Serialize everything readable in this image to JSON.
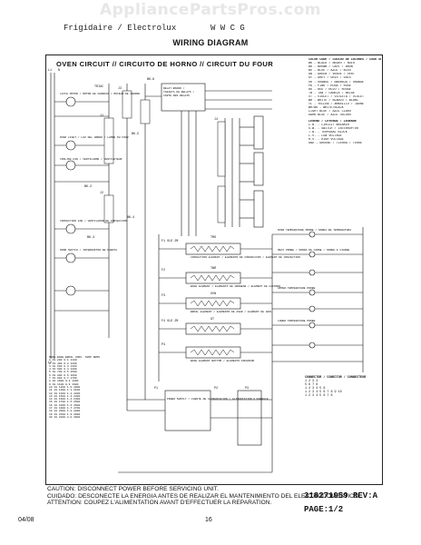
{
  "watermark": "AppliancePartsPros.com",
  "header": {
    "brand": "Frigidaire / Electrolux",
    "model_prefix": "W W C G",
    "title": "WIRING DIAGRAM"
  },
  "diagram": {
    "title": "OVEN CIRCUIT // CIRCUITO DE HORNO // CIRCUIT DU FOUR",
    "relay_board": [
      "RELAY BOARD /",
      "TARJETA DE RELAYS /",
      "CARTE DES RELAIS"
    ],
    "labels": {
      "triac": "TRIAC",
      "bk6": "BK-6",
      "bk5": "BK-5",
      "bk2": "BK-2",
      "bk3": "BK-3",
      "bk4": "BK-4",
      "l1": "L1",
      "l2": "L2",
      "n": "N",
      "j1": "J1",
      "j2": "J2",
      "j3": "J3",
      "j4": "J4",
      "f1": "F1 OLD 2M",
      "f2": "F2",
      "f3": "F3",
      "f4": "F4 OLD 2M",
      "p1": "P1",
      "p2": "P2",
      "p3": "P3",
      "p4": "P4",
      "tms": "TMS",
      "twr": "TWR",
      "ovn": "OVN",
      "gt": "GT"
    },
    "components": [
      "CONVECTION ELEMENT / ELEMENTO DE CONVECCION / ELEMENT DE CONVECTION",
      "BAKE ELEMENT / ELEMENTO DE HORNEAR / ELEMENT DE CUISSON",
      "BROIL ELEMENT / ELEMENTO DE ASAR / ELEMENT DE GRIL",
      "BAKE ELEMENT BOTTOM / ELEMENTO INFERIOR",
      "POWER SUPPLY / FUENTE DE ALIMENTACION / ALIMENTATION D'ENERGIE",
      "LATCH MOTOR / MOTOR DE CERROJO / MOTEUR DE VERROU",
      "OVEN LIGHT / LUZ DEL HORNO / LAMPE DU FOUR",
      "COOLING FAN / VENTILADOR / VENTILATEUR",
      "CONVECTION FAN / VENTILADOR DE CONVECCION",
      "DOOR SWITCH / INTERRUPTOR DE PUERTA",
      "OVEN TEMPERATURE PROBE / SONDA DE TEMPERATURA",
      "MEAT PROBE / SONDA DE CARNE / SONDE A VIANDE",
      "UPPER TEMPERATURE PROBE",
      "LOWER TEMPERATURE PROBE"
    ]
  },
  "legend": {
    "title": "COLOR CODE / CODIGO DE COLORES / CODE DE COULEURS",
    "items": [
      "BK - BLACK / NEGRO / NOIR",
      "BR - BROWN / CAFE / BRUN",
      "BU - BLUE / AZUL / BLEU",
      "GN - GREEN / VERDE / VERT",
      "GY - GREY / GRIS / GRIS",
      "OR - ORANGE / NARANJA / ORANGE",
      "PK - PINK / ROSA / ROSE",
      "RD - RED / ROJO / ROUGE",
      "TN - TAN / CANELA / BEIGE",
      "VT - VIOLET / VIOLETA / VIOLET",
      "WH - WHITE / BLANCO / BLANC",
      "YL - YELLOW / AMARILLO / JAUNE",
      "WH/BK - WHITE/BLACK",
      "LIGHT BLUE / AZUL CLARO",
      "DARK BLUE / AZUL OSCURO"
    ],
    "notes_title": "LEGEND / LEYENDA / LEGENDE",
    "notes": [
      "C.B. - CIRCUIT BREAKER",
      "S.W. - SWITCH / INTERRUPTOR",
      "T.B. - TERMINAL BLOCK",
      "L.V. - LOW VOLTAGE",
      "H.V. - HIGH VOLTAGE",
      "GND - GROUND / TIERRA / TERRE"
    ]
  },
  "table": {
    "header": [
      "MODE",
      "BAKE",
      "BROIL",
      "CONV.",
      "TEMP",
      "OHMS"
    ],
    "rows": [
      [
        "1",
        "19",
        "200",
        "0.1",
        "1100"
      ],
      [
        "2",
        "19",
        "400",
        "0.2",
        "1200"
      ],
      [
        "3",
        "19",
        "500",
        "0.3",
        "1300"
      ],
      [
        "4",
        "19",
        "600",
        "0.4",
        "1400"
      ],
      [
        "5",
        "19",
        "700",
        "0.5",
        "1500"
      ],
      [
        "6",
        "19",
        "800",
        "0.6",
        "1600"
      ],
      [
        "7",
        "19",
        "900",
        "0.7",
        "1700"
      ],
      [
        "8",
        "19",
        "1000",
        "0.8",
        "1800"
      ],
      [
        "9",
        "19",
        "1100",
        "0.9",
        "1900"
      ],
      [
        "10",
        "19",
        "1200",
        "1.0",
        "2000"
      ],
      [
        "11",
        "19",
        "1300",
        "1.1",
        "2100"
      ],
      [
        "12",
        "19",
        "1400",
        "1.2",
        "2200"
      ],
      [
        "13",
        "19",
        "1500",
        "1.3",
        "2300"
      ],
      [
        "14",
        "19",
        "1600",
        "1.4",
        "2400"
      ],
      [
        "15",
        "19",
        "1700",
        "1.5",
        "2500"
      ],
      [
        "16",
        "19",
        "1800",
        "1.6",
        "2600"
      ],
      [
        "17",
        "19",
        "1900",
        "1.7",
        "2700"
      ],
      [
        "18",
        "19",
        "2000",
        "1.8",
        "2800"
      ],
      [
        "19",
        "19",
        "2100",
        "1.9",
        "2900"
      ],
      [
        "20",
        "19",
        "2200",
        "2.0",
        "3000"
      ]
    ]
  },
  "connectors": {
    "title": "CONNECTOR / CONECTOR / CONNECTEUR",
    "rows": [
      "1 2 3 4",
      "5 6 7 8",
      "1 2 3 4 5 6",
      "1 2 3 4 5 6 7 8 9 10",
      "1 2 3 4 5 6 7 8"
    ]
  },
  "caution": [
    "CAUTION: DISCONNECT POWER BEFORE SERVICING UNIT.",
    "CUIDADO: DESCONECTE LA ENERGIA ANTES DE REALIZAR EL MANTENIMIENTO DEL ELECTRODOMESTICO.",
    "ATTENTION: COUPEZ L'ALIMENTATION AVANT D'EFFECTUER LA REPARATION."
  ],
  "part_number": "318271959 REV:A",
  "page_label": "PAGE:1/2",
  "footer": {
    "date": "04/08",
    "page_number": "16"
  }
}
